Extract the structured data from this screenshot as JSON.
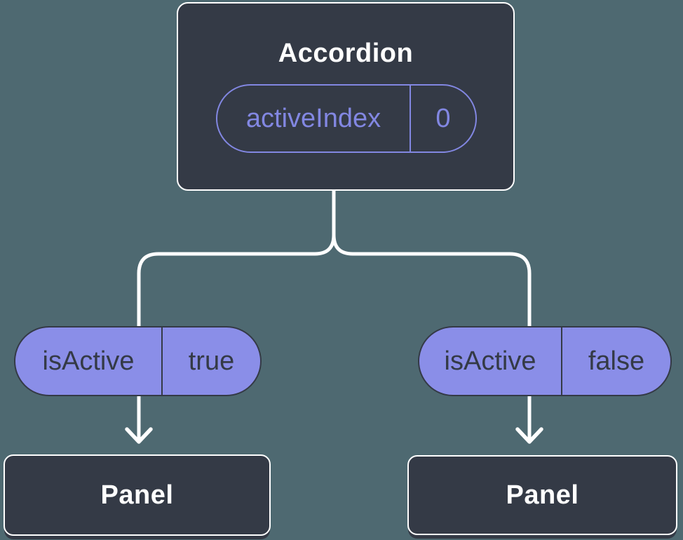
{
  "colors": {
    "background": "#4E6971",
    "node_fill": "#343A46",
    "node_border": "#FFFFFF",
    "node_text": "#FFFFFF",
    "pill_fill": "#8A8EE8",
    "pill_text": "#343A46",
    "state_outline": "#8287E2",
    "connector": "#FFFFFF"
  },
  "diagram": {
    "root": {
      "title": "Accordion",
      "state": {
        "name": "activeIndex",
        "value": "0"
      }
    },
    "children": [
      {
        "prop": {
          "name": "isActive",
          "value": "true"
        },
        "node": "Panel"
      },
      {
        "prop": {
          "name": "isActive",
          "value": "false"
        },
        "node": "Panel"
      }
    ]
  }
}
